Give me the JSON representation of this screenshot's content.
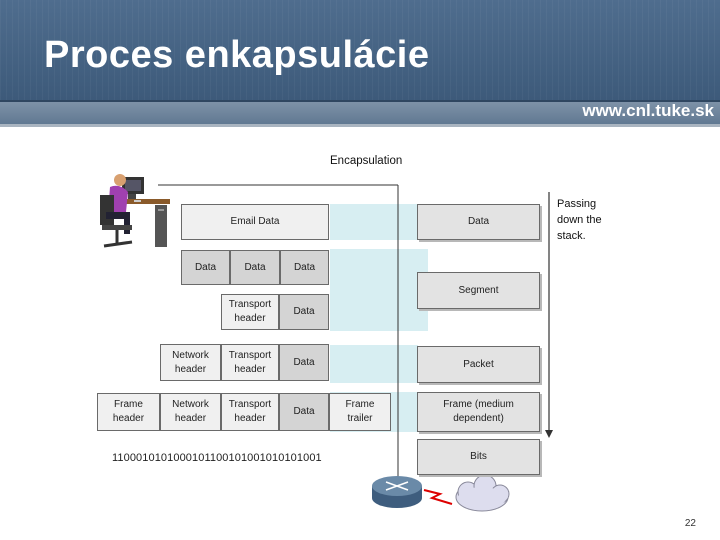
{
  "slide": {
    "title": "Proces enkapsulácie",
    "website": "www.cnl.tuke.sk",
    "page_number": "22"
  },
  "diagram": {
    "title": "Encapsulation",
    "passing_note": "Passing\ndown the\nstack.",
    "bitstream": "1100010101000101100101001010101001",
    "rows": {
      "email": {
        "data": "Email Data"
      },
      "segments": {
        "data1": "Data",
        "data2": "Data",
        "data3": "Data"
      },
      "transport": {
        "header": "Transport\nheader",
        "data": "Data"
      },
      "network": {
        "net_header": "Network\nheader",
        "trans_header": "Transport\nheader",
        "data": "Data"
      },
      "frame": {
        "frame_header": "Frame\nheader",
        "net_header": "Network\nheader",
        "trans_header": "Transport\nheader",
        "data": "Data",
        "trailer": "Frame\ntrailer"
      }
    },
    "right_labels": {
      "data": "Data",
      "segment": "Segment",
      "packet": "Packet",
      "frame": "Frame (medium\ndependent)",
      "bits": "Bits"
    },
    "colors": {
      "band": "#d7eef2",
      "header_bg": "#4f6d8e",
      "box": "#f0f0f0",
      "box_dark": "#d4d4d4"
    }
  }
}
